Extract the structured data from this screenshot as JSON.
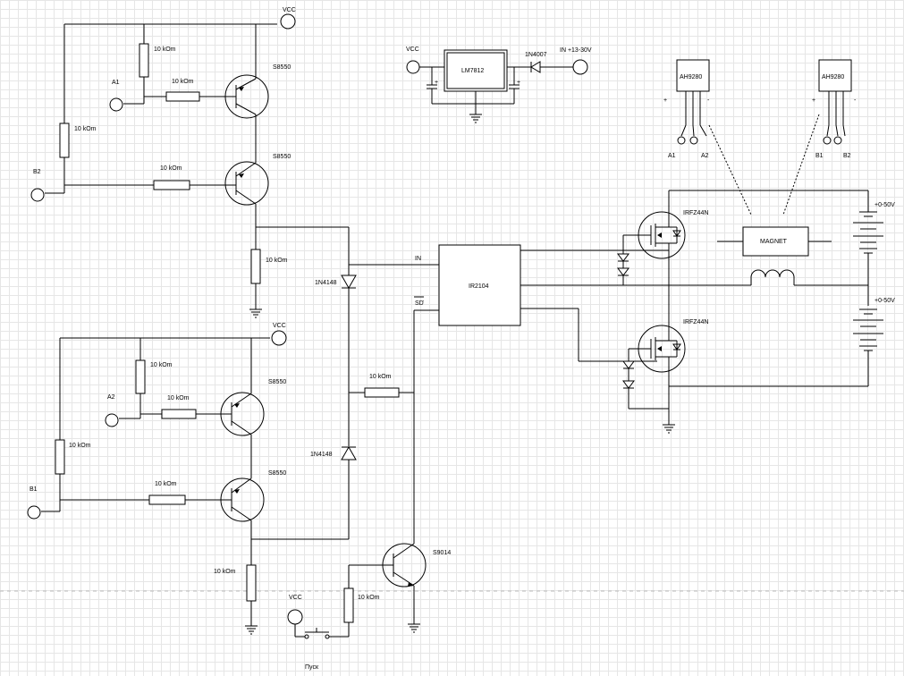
{
  "labels": {
    "vcc": "VCC",
    "r": "10 kOm",
    "s8550": "S8550",
    "s9014": "S9014",
    "a1": "A1",
    "a2": "A2",
    "b1": "B1",
    "b2": "B2",
    "d1n4148": "1N4148",
    "d1n4007": "1N4007",
    "lm7812": "LM7812",
    "input": "IN +13-30V",
    "ir2104": "IR2104",
    "pin_in": "IN",
    "pin_sd": "SD",
    "irfz44n": "IRFZ44N",
    "magnet": "MAGNET",
    "ah9280": "AH9280",
    "supply": "+0-50V",
    "pusk": "Пуск",
    "plus": "+",
    "minus": "-"
  }
}
